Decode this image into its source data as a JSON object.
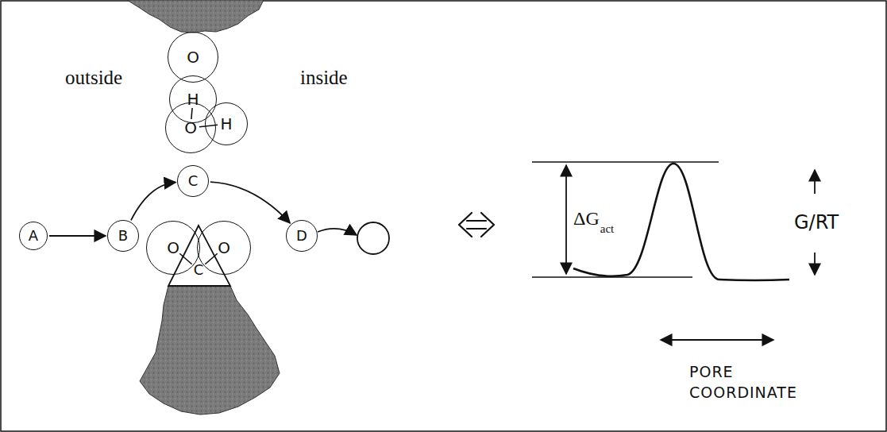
{
  "diagram": {
    "nodes": [
      {
        "text": [
          "O"
        ]
      },
      {
        "text": [
          "H"
        ]
      },
      {
        "text": [
          "O"
        ]
      },
      {
        "text": [
          "H"
        ]
      },
      {
        "text": [
          "A"
        ]
      },
      {
        "text": [
          "B"
        ]
      },
      {
        "text": [
          "C"
        ]
      },
      {
        "text": [
          "D"
        ]
      },
      {
        "text": [
          "O"
        ]
      },
      {
        "text": [
          "C"
        ]
      },
      {
        "text": [
          "O"
        ]
      }
    ],
    "edges": [
      {
        "from": 1,
        "to": 2,
        "arrow": "none"
      },
      {
        "from": 2,
        "to": 3,
        "arrow": "none"
      },
      {
        "from": 4,
        "to": 5,
        "arrow": "to"
      },
      {
        "from": 5,
        "to": 6,
        "arrow": "to"
      },
      {
        "from": 6,
        "to": 7,
        "arrow": "to"
      },
      {
        "from": 8,
        "to": 9,
        "arrow": "none"
      },
      {
        "from": 9,
        "to": 10,
        "arrow": "none"
      }
    ],
    "labels": [
      "outside",
      "inside",
      "ΔG",
      "act",
      "G/RT",
      "PORE COORDINATE"
    ]
  }
}
